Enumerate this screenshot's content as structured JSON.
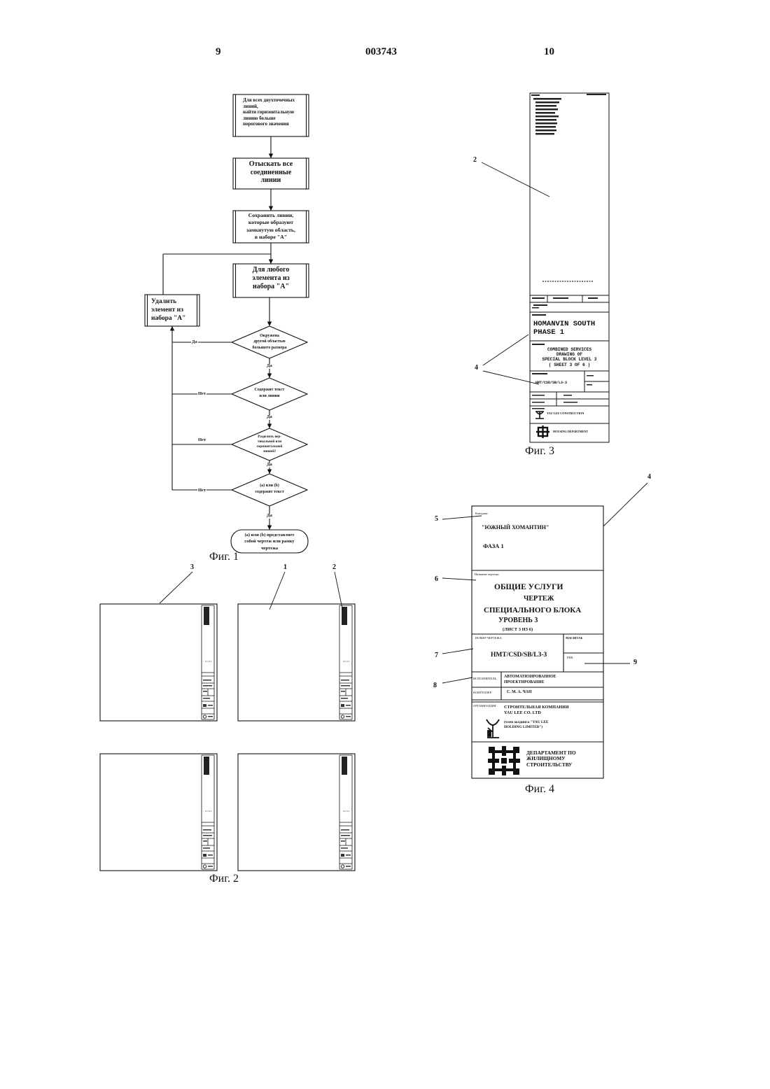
{
  "header": {
    "left_page": "9",
    "doc_number": "003743",
    "right_page": "10"
  },
  "fig1": {
    "caption": "Фиг. 1",
    "process_boxes": {
      "find_lines": [
        "Для всех двухточечных",
        "линий,",
        "найти горизонтальную",
        "линию больше",
        "порогового значения"
      ],
      "find_connected": [
        "Отыскать все",
        "соединенные",
        "линии"
      ],
      "save_closed": [
        "Сохранить линии,",
        "которые образуют",
        "замкнутую область,",
        "в наборе \"A\""
      ],
      "for_each": [
        "Для любого",
        "элемента из",
        "набора \"A\""
      ],
      "remove": [
        "Удалить",
        "элемент из",
        "набора \"A\""
      ]
    },
    "decisions": {
      "surrounded": [
        "Окружена",
        "другой областью",
        "большего размера"
      ],
      "contains_text": [
        "Содержит текст",
        "или линии"
      ],
      "divided": [
        "Разделить вер-",
        "тикальной или",
        "горизонтальной",
        "линией?"
      ],
      "ab_text": [
        "(a) или (b)",
        "содержит текст"
      ]
    },
    "terminal": [
      "(a) или (b) представляет",
      "собой чертеж или рамку",
      "чертежа"
    ],
    "branch_labels": {
      "d1_left": "Да",
      "d1_down": "Да",
      "d2_left": "Нет",
      "d2_down": "Да",
      "d3_left": "Нет",
      "d3_down": "Да",
      "d4_left": "Нет",
      "d4_down": "Да"
    }
  },
  "fig2": {
    "caption": "Фиг. 2",
    "callouts": [
      "3",
      "1",
      "2"
    ]
  },
  "fig3": {
    "caption": "Фиг. 3",
    "callouts": [
      "2",
      "4"
    ],
    "contract": [
      "HOMANVIN SOUTH",
      "PHASE 1"
    ],
    "title": [
      "COMBINED SERVICES",
      "DRAWING OF",
      "SPECIAL BLOCK LEVEL 3",
      "( SHEET 3 OF 6 )"
    ],
    "drawing_no": "HMT/CSD/SB/L3-3",
    "organization": "YAU LEE CONSTRUCTION",
    "department": "HOUSING DEPARTMENT"
  },
  "fig4": {
    "caption": "Фиг. 4",
    "callouts": [
      "4",
      "5",
      "6",
      "7",
      "8",
      "9"
    ],
    "contract_label": "Контракт",
    "contract_name": "\"ЮЖНЫЙ ХОМАНТИН\"",
    "phase": "ФАЗА 1",
    "title_label": "Название чертежа",
    "title_lines": [
      "ОБЩИЕ УСЛУГИ",
      "ЧЕРТЕЖ",
      "СПЕЦИАЛЬНОГО БЛОКА",
      "УРОВЕНЬ 3",
      "(ЛИСТ 3 ИЗ 6)"
    ],
    "drawing_no_label": "НОМЕР ЧЕРТЕЖА",
    "drawing_no": "HMT/CSD/SB/L3-3",
    "scale_label": "МАСШТАБ",
    "rev_label": "РЕВ.",
    "executor_label": "ИСПОЛНИТЕЛЬ",
    "executor": [
      "АВТОМАТИЗИРОВАННОЕ",
      "ПРОЕКТИРОВАНИЕ"
    ],
    "checker_label": "КОНТРОЛЕР",
    "checker": "С. М. А. ЧАН",
    "org_label": "ОРГАНИЗАЦИЯ",
    "org": [
      "СТРОИТЕЛЬНАЯ КОМПАНИЯ",
      "YAU LEE CO. LTD"
    ],
    "org_note": [
      "(член холдинга \"YAU LEE",
      "HOLDING LIMITED\")"
    ],
    "department": [
      "ДЕПАРТАМЕНТ ПО",
      "ЖИЛИЩНОМУ",
      "СТРОИТЕЛЬСТВУ"
    ]
  }
}
